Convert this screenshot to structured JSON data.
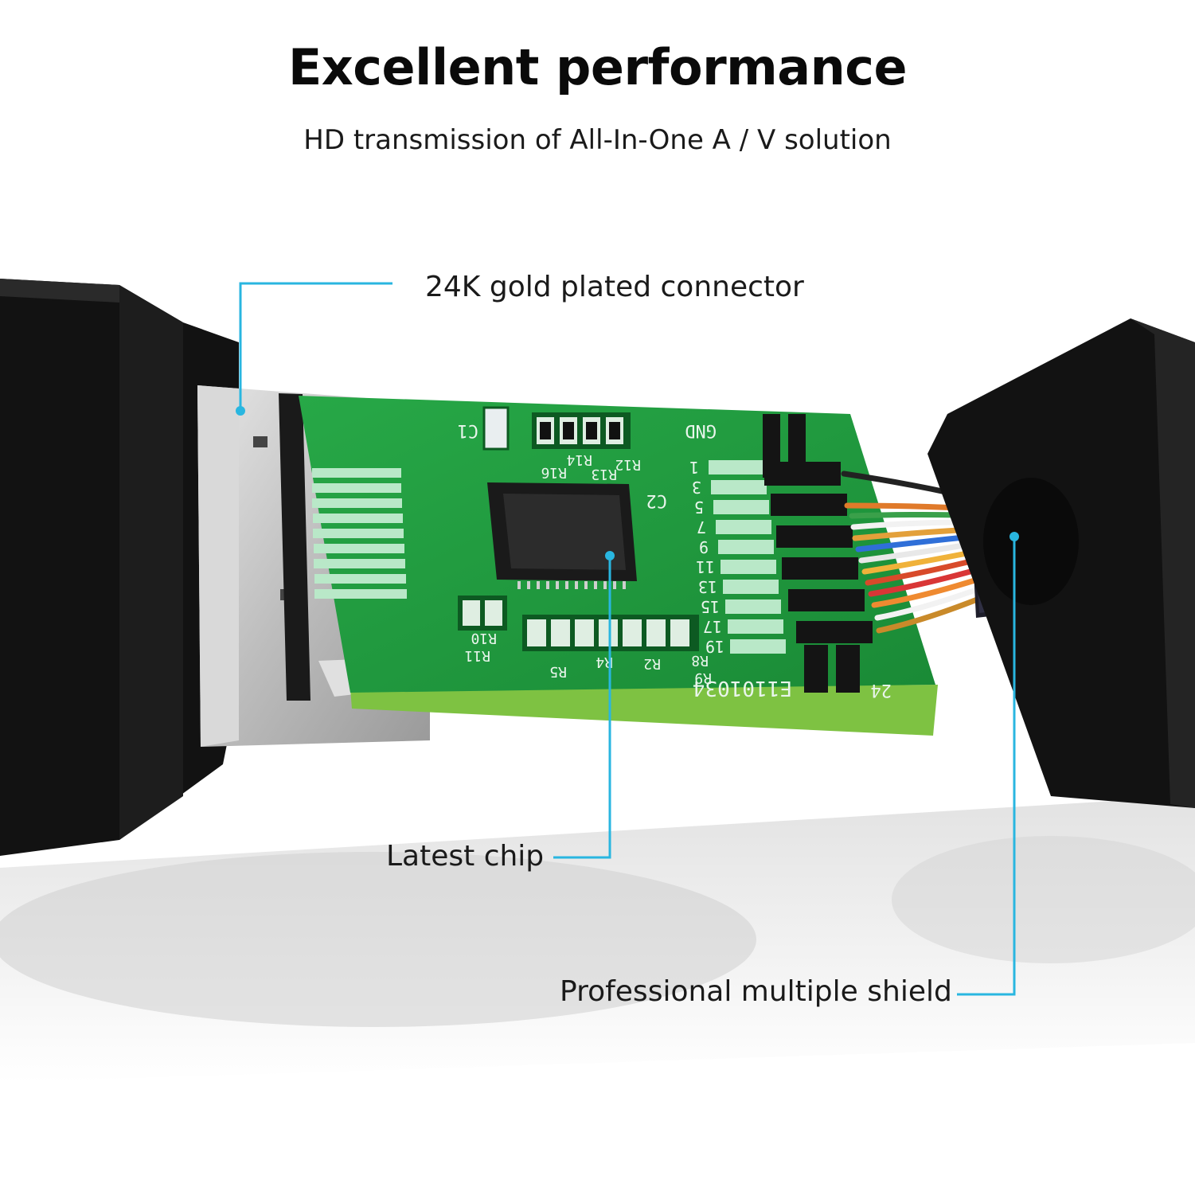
{
  "heading": {
    "title": "Excellent performance",
    "subtitle": "HD transmission of All-In-One A / V solution"
  },
  "callouts": {
    "connector": "24K gold plated connector",
    "chip": "Latest chip",
    "shield": "Professional multiple shield"
  },
  "board_text": {
    "gnd": "GND",
    "c1": "C1",
    "c2": "C2",
    "serial": "E1101034",
    "r_top": [
      "R12",
      "R13",
      "R14",
      "R16"
    ],
    "r_bottom": [
      "R10",
      "R11",
      "R8",
      "R9",
      "R5",
      "R4",
      "R2"
    ],
    "pin_numbers": [
      "1",
      "3",
      "5",
      "7",
      "9",
      "11",
      "13",
      "15",
      "17",
      "19"
    ],
    "pin_24": "24"
  },
  "colors": {
    "accent_line": "#29b6e0",
    "pcb_green": "#1f9c3e",
    "pcb_edge": "#7ec242",
    "housing_black": "#121212",
    "metal_shell": "#cfcfcf"
  }
}
